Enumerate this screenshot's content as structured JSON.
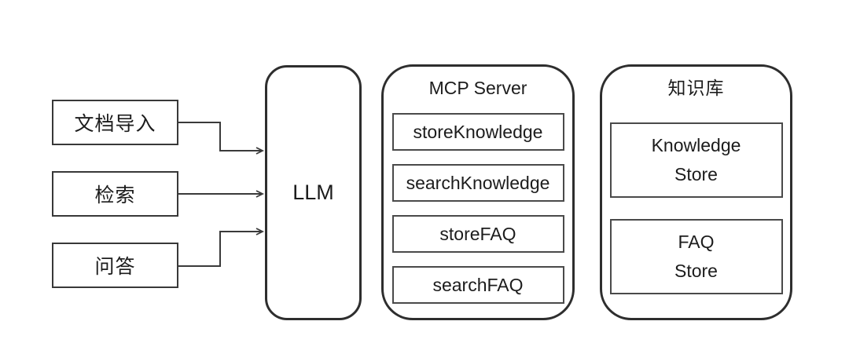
{
  "diagram": {
    "inputs": [
      {
        "label": "文档导入"
      },
      {
        "label": "检索"
      },
      {
        "label": "问答"
      }
    ],
    "llm": {
      "label": "LLM"
    },
    "mcp_server": {
      "title": "MCP Server",
      "tools": [
        {
          "label": "storeKnowledge"
        },
        {
          "label": "searchKnowledge"
        },
        {
          "label": "storeFAQ"
        },
        {
          "label": "searchFAQ"
        }
      ]
    },
    "knowledge_base": {
      "title": "知识库",
      "stores": [
        {
          "line1": "Knowledge",
          "line2": "Store"
        },
        {
          "line1": "FAQ",
          "line2": "Store"
        }
      ]
    },
    "colors": {
      "outer_border": "#2e2e2e",
      "inner_border": "#4a4a4a",
      "arrow": "#3a3a3a",
      "background": "#ffffff",
      "text": "#1c1c1c"
    }
  }
}
